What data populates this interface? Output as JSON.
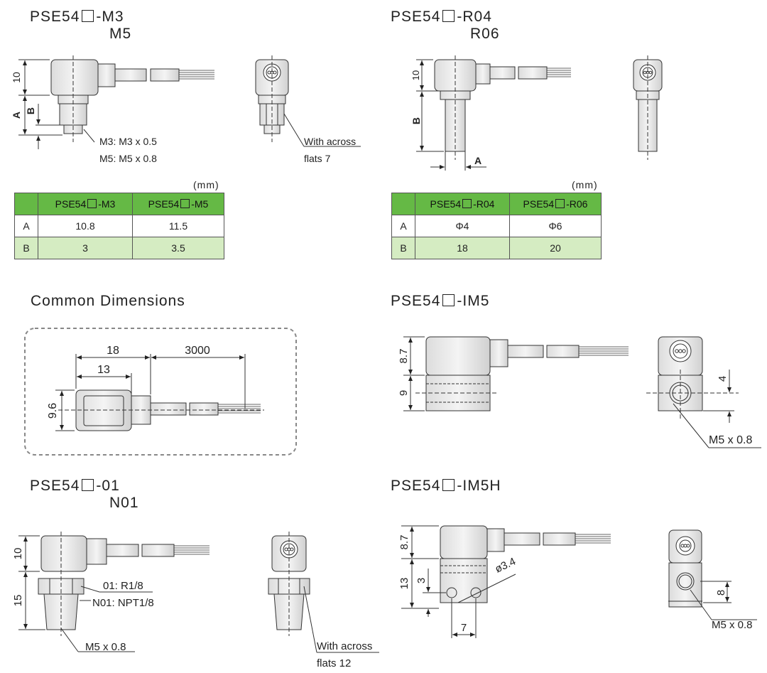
{
  "sections": {
    "m3": {
      "prefix": "PSE54",
      "suffix": "-M3",
      "line2": "M5"
    },
    "r04": {
      "prefix": "PSE54",
      "suffix": "-R04",
      "line2": "R06"
    },
    "common": {
      "title": "Common Dimensions"
    },
    "im5": {
      "prefix": "PSE54",
      "suffix": "-IM5"
    },
    "n01": {
      "prefix": "PSE54",
      "suffix": "-01",
      "line2": "N01"
    },
    "im5h": {
      "prefix": "PSE54",
      "suffix": "-IM5H"
    }
  },
  "table_m": {
    "unit": "(mm)",
    "headers": [
      "PSE54",
      "-M3",
      "PSE54",
      "-M5"
    ],
    "rows": [
      {
        "label": "A",
        "v1": "10.8",
        "v2": "11.5"
      },
      {
        "label": "B",
        "v1": "3",
        "v2": "3.5"
      }
    ]
  },
  "table_r": {
    "unit": "(mm)",
    "headers": [
      "PSE54",
      "-R04",
      "PSE54",
      "-R06"
    ],
    "rows": [
      {
        "label": "A",
        "v1": "Φ4",
        "v2": "Φ6"
      },
      {
        "label": "B",
        "v1": "18",
        "v2": "20"
      }
    ]
  },
  "labels": {
    "m3_dim10": "10",
    "m3_A": "A",
    "m3_B": "B",
    "m3_note1": "M3: M3 x 0.5",
    "m3_note2": "M5: M5 x 0.8",
    "m3_flats1": "With across",
    "m3_flats2": "flats 7",
    "r_dim10": "10",
    "r_B": "B",
    "r_A": "A",
    "c_18": "18",
    "c_3000": "3000",
    "c_13": "13",
    "c_96": "9.6",
    "im5_87": "8.7",
    "im5_9": "9",
    "im5_4": "4",
    "im5_thread": "M5 x 0.8",
    "n_10": "10",
    "n_15": "15",
    "n_note1": "01: R1/8",
    "n_note2": "N01: NPT1/8",
    "n_thread": "M5 x 0.8",
    "n_flats1": "With across",
    "n_flats2": "flats 12",
    "h_87": "8.7",
    "h_13": "13",
    "h_3": "3",
    "h_phi": "ø3.4",
    "h_7": "7",
    "h_8": "8",
    "h_thread": "M5 x 0.8"
  },
  "colors": {
    "header_green": "#65b945",
    "row_green": "#d5ecc2"
  }
}
